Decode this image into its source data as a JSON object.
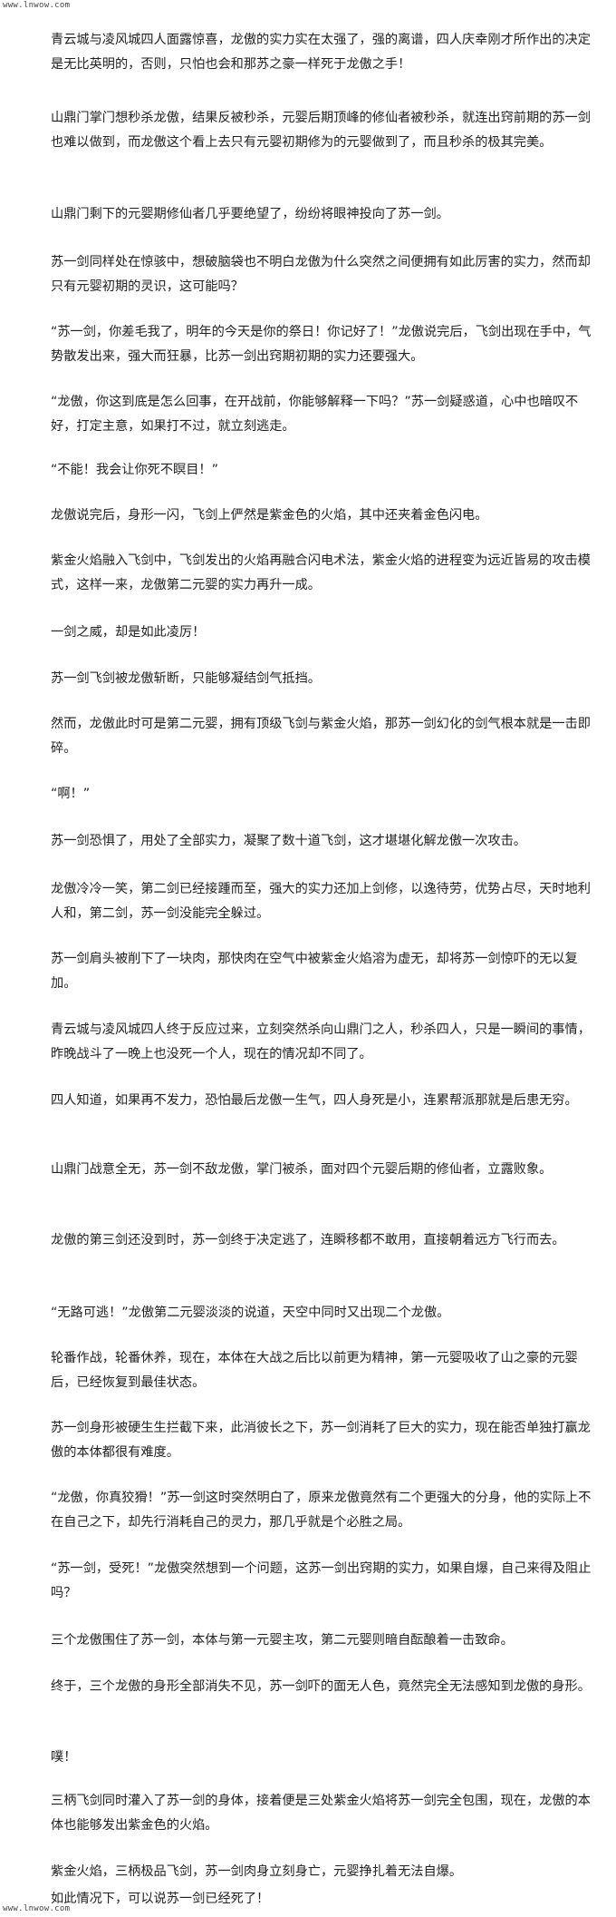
{
  "watermark": {
    "top": "www.lnwow.com",
    "bottom": "www.lnwow.com"
  },
  "paragraphs": [
    "青云城与凌风城四人面露惊喜，龙傲的实力实在太强了，强的离谱，四人庆幸刚才所作出的决定是无比英明的，否则，只怕也会和那苏之豪一样死于龙傲之手！",
    "山鼎门掌门想秒杀龙傲，结果反被秒杀，元婴后期顶峰的修仙者被秒杀，就连出窍前期的苏一剑也难以做到，而龙傲这个看上去只有元婴初期修为的元婴做到了，而且秒杀的极其完美。",
    "山鼎门剩下的元婴期修仙者几乎要绝望了，纷纷将眼神投向了苏一剑。",
    "苏一剑同样处在惊骇中，想破脑袋也不明白龙傲为什么突然之间便拥有如此厉害的实力，然而却只有元婴初期的灵识，这可能吗？",
    "“苏一剑，你差毛我了，明年的今天是你的祭日！你记好了！”龙傲说完后，飞剑出现在手中，气势散发出来，强大而狂暴，比苏一剑出窍期初期的实力还要强大。",
    "“龙傲，你这到底是怎么回事，在开战前，你能够解释一下吗？”苏一剑疑惑道，心中也暗叹不好，打定主意，如果打不过，就立刻逃走。",
    "“不能！我会让你死不瞑目！”",
    "龙傲说完后，身形一闪，飞剑上俨然是紫金色的火焰，其中还夹着金色闪电。",
    "紫金火焰融入飞剑中，飞剑发出的火焰再融合闪电术法，紫金火焰的进程变为远近皆易的攻击模式，这样一来，龙傲第二元婴的实力再升一成。",
    "一剑之威，却是如此凌厉！",
    "苏一剑飞剑被龙傲斩断，只能够凝结剑气抵挡。",
    "然而，龙傲此时可是第二元婴，拥有顶级飞剑与紫金火焰，那苏一剑幻化的剑气根本就是一击即碎。",
    "“啊！”",
    "苏一剑恐惧了，用处了全部实力，凝聚了数十道飞剑，这才堪堪化解龙傲一次攻击。",
    "龙傲冷冷一笑，第二剑已经接踵而至，强大的实力还加上剑修，以逸待劳，优势占尽，天时地利人和，第二剑，苏一剑没能完全躲过。",
    "苏一剑肩头被削下了一块肉，那快肉在空气中被紫金火焰溶为虚无，却将苏一剑惊吓的无以复加。",
    "青云城与凌风城四人终于反应过来，立刻突然杀向山鼎门之人，秒杀四人，只是一瞬间的事情，昨晚战斗了一晚上也没死一个人，现在的情况却不同了。",
    "四人知道，如果再不发力，恐怕最后龙傲一生气，四人身死是小，连累帮派那就是后患无穷。",
    "山鼎门战意全无，苏一剑不敌龙傲，掌门被杀，面对四个元婴后期的修仙者，立露败象。",
    "龙傲的第三剑还没到时，苏一剑终于决定逃了，连瞬移都不敢用，直接朝着远方飞行而去。",
    "“无路可逃！”龙傲第二元婴淡淡的说道，天空中同时又出现二个龙傲。",
    "轮番作战，轮番休养，现在，本体在大战之后比以前更为精神，第一元婴吸收了山之豪的元婴后，已经恢复到最佳状态。",
    "苏一剑身形被硬生生拦截下来，此消彼长之下，苏一剑消耗了巨大的实力，现在能否单独打赢龙傲的本体都很有难度。",
    "“龙傲，你真狡猾！”苏一剑这时突然明白了，原来龙傲竟然有二个更强大的分身，他的实际上不在自己之下，却先行消耗自己的灵力，那几乎就是个必胜之局。",
    "“苏一剑，受死！”龙傲突然想到一个问题，这苏一剑出窍期的实力，如果自爆，自己来得及阻止吗？",
    "三个龙傲围住了苏一剑，本体与第一元婴主攻，第二元婴则暗自酝酿着一击致命。",
    "终于，三个龙傲的身形全部消失不见，苏一剑吓的面无人色，竟然完全无法感知到龙傲的身形。",
    "噗！",
    "三柄飞剑同时灌入了苏一剑的身体，接着便是三处紫金火焰将苏一剑完全包围，现在，龙傲的本体也能够发出紫金色的火焰。",
    "紫金火焰，三柄极品飞剑，苏一剑肉身立刻身亡，元婴挣扎着无法自爆。",
    "如此情况下，可以说苏一剑已经死了！"
  ]
}
